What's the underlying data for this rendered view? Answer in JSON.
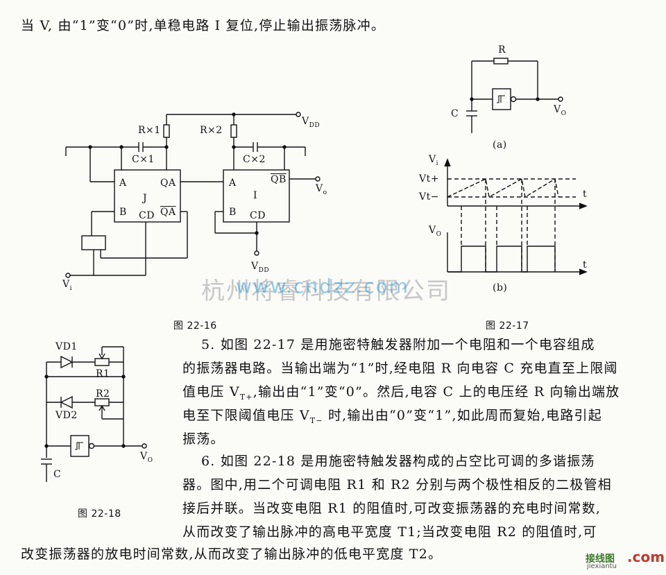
{
  "text": {
    "line_top": "当 V, 由“1”变“0”时,单稳电路 I 复位,停止输出振荡脉冲。",
    "p5_l1": "5. 如图 22-17 是用施密特触发器附加一个电阻和一个电容组成",
    "p5_l2": "的振荡器电路。当输出端为“1”时,经电阻 R 向电容 C 充电直至上限阈",
    "p5_l3": "值电压 V",
    "p5_l3_sub": "T+",
    "p5_l3_rest": ",输出由“1”变“0”。然后,电容 C 上的电压经 R 向输出端放",
    "p5_l4": "电至下限阈值电压 V",
    "p5_l4_sub": "T−",
    "p5_l4_rest": " 时,输出由“0”变“1”,如此周而复始,电路引起",
    "p5_l5": "振荡。",
    "p6_l1": "6. 如图 22-18 是用施密特触发器构成的占空比可调的多谐振荡",
    "p6_l2": "器。图中,用二个可调电阻 R1 和 R2 分别与两个极性相反的二极管相",
    "p6_l3": "接后并联。当改变电阻 R1 的阻值时,可改变振荡器的充电时间常数,",
    "p6_l4": "从而改变了输出脉冲的高电平宽度 T1;当改变电阻 R2 的阻值时,可",
    "p6_l5": "改变振荡器的放电时间常数,从而改变了输出脉冲的低电平宽度 T2。"
  },
  "captions": {
    "fig16": "图 22-16",
    "fig17": "图 22-17",
    "fig18": "图 22-18"
  },
  "fig16": {
    "r1": "R×1",
    "r2": "R×2",
    "c1": "C×1",
    "c2": "C×2",
    "vdd_top": "V",
    "vdd_top_sub": "DD",
    "vdd_bottom": "V",
    "vdd_bottom_sub": "DD",
    "vi": "V",
    "vi_sub": "i",
    "vo": "V",
    "vo_sub": "o",
    "chip1_a": "A",
    "chip1_b": "B",
    "chip1_qa": "QA",
    "chip1_qa_bar": "QA",
    "chip1_cd": "CD",
    "chip1_name": "J",
    "chip2_a": "A",
    "chip2_b": "B",
    "chip2_qb_bar": "QB",
    "chip2_cd": "CD",
    "chip2_name": "I"
  },
  "fig17": {
    "r": "R",
    "c": "C",
    "vo": "V",
    "vo_sub": "O",
    "label_a": "(a)",
    "label_b": "(b)",
    "vi": "V",
    "vi_sub": "i",
    "vt_plus": "Vt+",
    "vt_minus": "Vt−",
    "t1": "t",
    "t2": "t",
    "vo2": "V",
    "vo2_sub": "O"
  },
  "fig18": {
    "vd1": "VD1",
    "vd2": "VD2",
    "r1": "R1",
    "r2": "R2",
    "c": "C",
    "vo": "V",
    "vo_sub": "O"
  },
  "watermark": "杭州将睿科技有限公司",
  "watermark_url": "www.cndzz.com",
  "site": {
    "cn": "接线图",
    "com": ".com",
    "url": "jiexiantu"
  }
}
